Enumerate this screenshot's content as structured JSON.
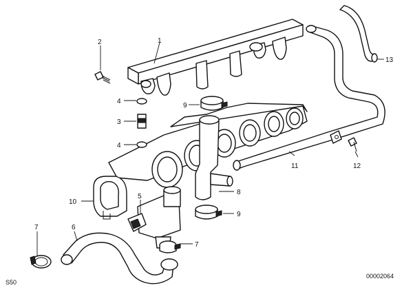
{
  "callouts": {
    "c1": "1",
    "c2": "2",
    "c3": "3",
    "c4a": "4",
    "c4b": "4",
    "c5": "5",
    "c6": "6",
    "c7a": "7",
    "c7b": "7",
    "c8": "8",
    "c9a": "9",
    "c9b": "9",
    "c10": "10",
    "c11": "11",
    "c12": "12",
    "c13": "13"
  },
  "footer": {
    "left_code": "S50",
    "drawing_number": "00002064"
  }
}
